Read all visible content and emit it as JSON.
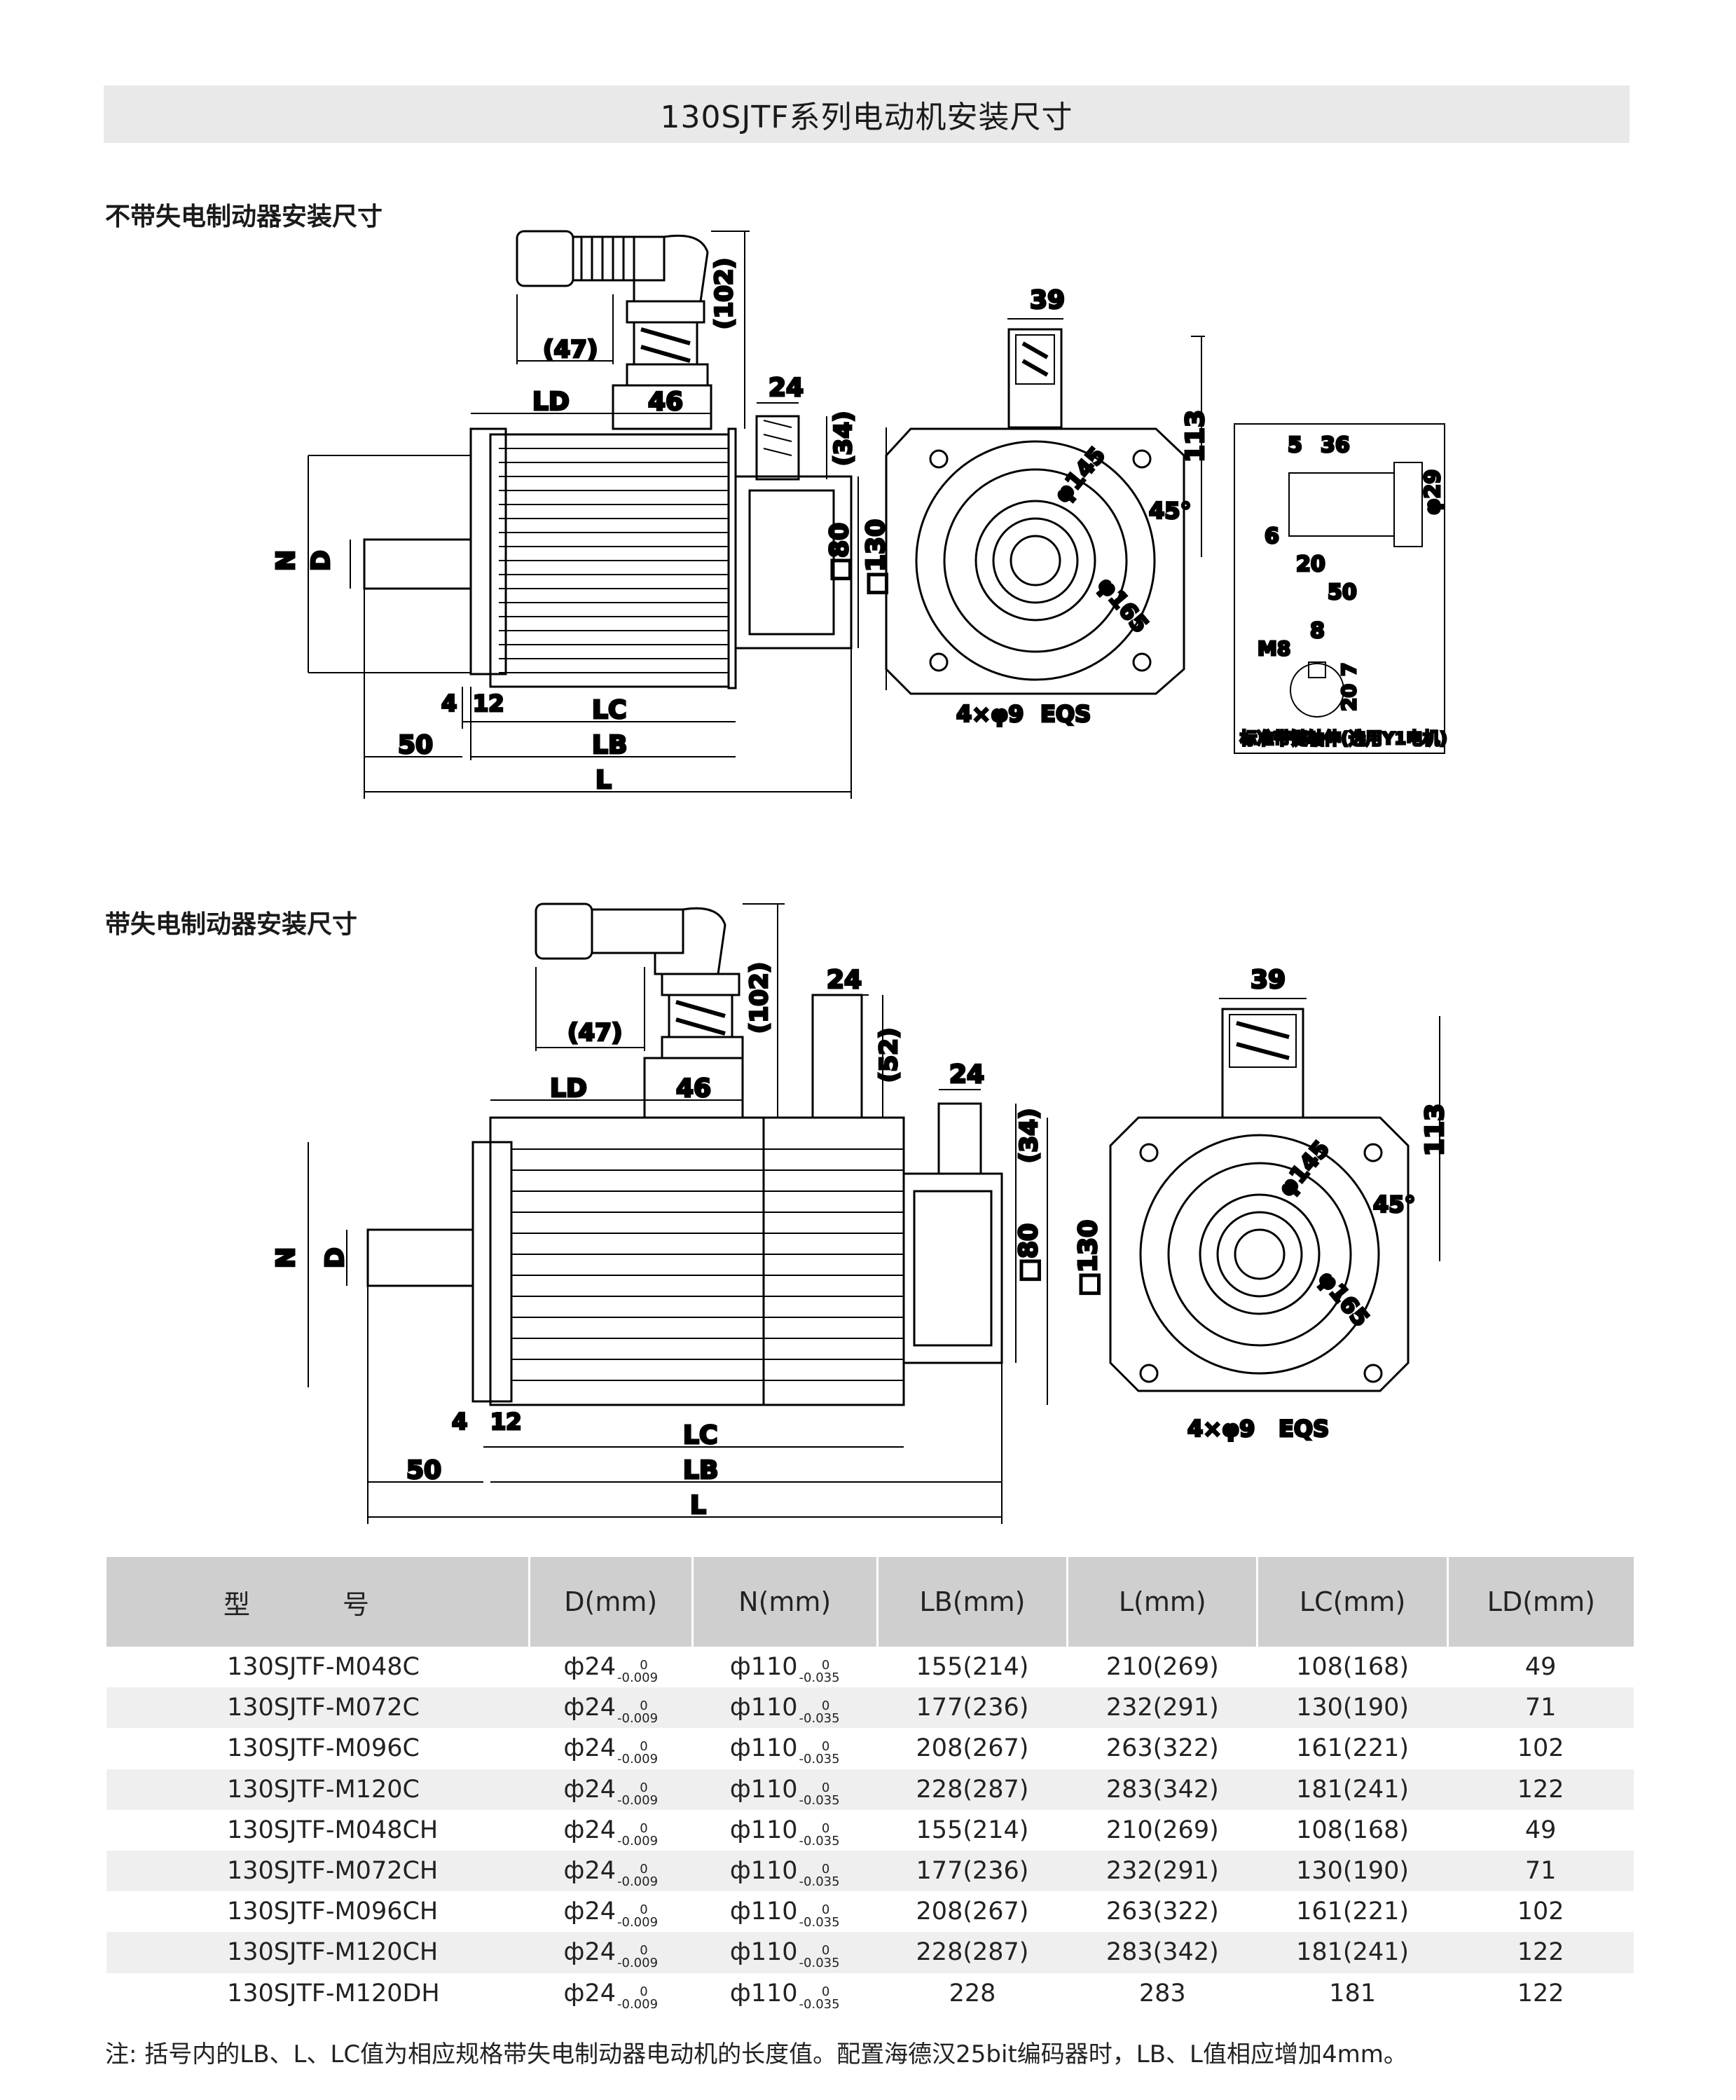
{
  "title": "130SJTF系列电动机安装尺寸",
  "sections": {
    "no_brake": "不带失电制动器安装尺寸",
    "with_brake": "带失电制动器安装尺寸"
  },
  "drawing_labels": {
    "n47": "(47)",
    "n102": "(102)",
    "ld": "LD",
    "n46": "46",
    "n24": "24",
    "n34": "(34)",
    "n52": "(52)",
    "n_label": "N",
    "d_label": "D",
    "n80": "□80",
    "n130": "□130",
    "n4": "4",
    "n12": "12",
    "lc": "LC",
    "lb": "LB",
    "l": "L",
    "n50": "50",
    "n39": "39",
    "n113": "113",
    "phi145": "φ145",
    "phi165": "φ165",
    "deg45": "45°",
    "holes": "4×φ9",
    "eqs": "EQS",
    "shaft_5": "5",
    "shaft_36": "36",
    "shaft_phi29": "φ29",
    "shaft_6": "6",
    "shaft_20": "20",
    "shaft_50": "50",
    "shaft_8": "8",
    "shaft_m8": "M8",
    "shaft_7": "7",
    "shaft_20b": "20",
    "shaft_caption": "标准带键轴伸(选用Y1电机)"
  },
  "table": {
    "headers": [
      "型 号",
      "D(mm)",
      "N(mm)",
      "LB(mm)",
      "L(mm)",
      "LC(mm)",
      "LD(mm)"
    ],
    "rows": [
      {
        "model": "130SJTF-M048C",
        "d": "ф24",
        "d_up": "0",
        "d_low": "-0.009",
        "n": "ф110",
        "n_up": "0",
        "n_low": "-0.035",
        "lb": "155(214)",
        "l": "210(269)",
        "lc": "108(168)",
        "ld": "49"
      },
      {
        "model": "130SJTF-M072C",
        "d": "ф24",
        "d_up": "0",
        "d_low": "-0.009",
        "n": "ф110",
        "n_up": "0",
        "n_low": "-0.035",
        "lb": "177(236)",
        "l": "232(291)",
        "lc": "130(190)",
        "ld": "71"
      },
      {
        "model": "130SJTF-M096C",
        "d": "ф24",
        "d_up": "0",
        "d_low": "-0.009",
        "n": "ф110",
        "n_up": "0",
        "n_low": "-0.035",
        "lb": "208(267)",
        "l": "263(322)",
        "lc": "161(221)",
        "ld": "102"
      },
      {
        "model": "130SJTF-M120C",
        "d": "ф24",
        "d_up": "0",
        "d_low": "-0.009",
        "n": "ф110",
        "n_up": "0",
        "n_low": "-0.035",
        "lb": "228(287)",
        "l": "283(342)",
        "lc": "181(241)",
        "ld": "122"
      },
      {
        "model": "130SJTF-M048CH",
        "d": "ф24",
        "d_up": "0",
        "d_low": "-0.009",
        "n": "ф110",
        "n_up": "0",
        "n_low": "-0.035",
        "lb": "155(214)",
        "l": "210(269)",
        "lc": "108(168)",
        "ld": "49"
      },
      {
        "model": "130SJTF-M072CH",
        "d": "ф24",
        "d_up": "0",
        "d_low": "-0.009",
        "n": "ф110",
        "n_up": "0",
        "n_low": "-0.035",
        "lb": "177(236)",
        "l": "232(291)",
        "lc": "130(190)",
        "ld": "71"
      },
      {
        "model": "130SJTF-M096CH",
        "d": "ф24",
        "d_up": "0",
        "d_low": "-0.009",
        "n": "ф110",
        "n_up": "0",
        "n_low": "-0.035",
        "lb": "208(267)",
        "l": "263(322)",
        "lc": "161(221)",
        "ld": "102"
      },
      {
        "model": "130SJTF-M120CH",
        "d": "ф24",
        "d_up": "0",
        "d_low": "-0.009",
        "n": "ф110",
        "n_up": "0",
        "n_low": "-0.035",
        "lb": "228(287)",
        "l": "283(342)",
        "lc": "181(241)",
        "ld": "122"
      },
      {
        "model": "130SJTF-M120DH",
        "d": "ф24",
        "d_up": "0",
        "d_low": "-0.009",
        "n": "ф110",
        "n_up": "0",
        "n_low": "-0.035",
        "lb": "228",
        "l": "283",
        "lc": "181",
        "ld": "122"
      }
    ]
  },
  "note": "注: 括号内的LB、L、LC值为相应规格带失电制动器电动机的长度值。配置海德汉25bit编码器时，LB、L值相应增加4mm。"
}
